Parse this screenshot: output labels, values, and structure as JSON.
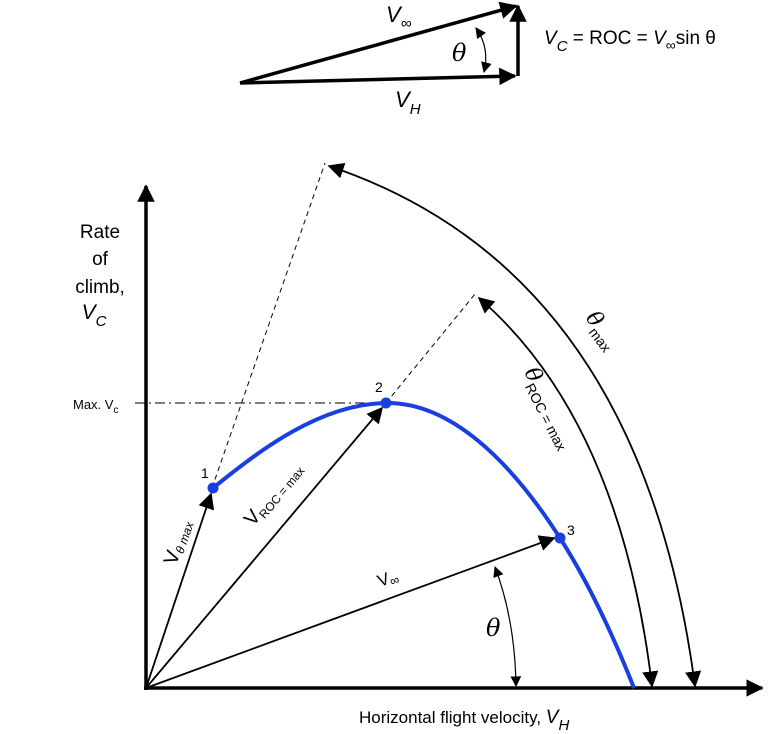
{
  "diagram": {
    "type": "climb-performance hodograph",
    "colors": {
      "curve": "#1a3fe0",
      "lines": "#000000",
      "background": "#ffffff"
    },
    "vector_triangle": {
      "hypotenuse_label": "V",
      "hypotenuse_sub": "∞",
      "base_label": "V",
      "base_sub": "H",
      "angle_label": "θ",
      "equation": {
        "lhs": "V",
        "lhs_sub": "C",
        "mid": " = ROC = ",
        "rhs": "V",
        "rhs_sub": "∞",
        "rhs_tail": "sin θ"
      }
    },
    "y_axis": {
      "line1": "Rate",
      "line2": "of",
      "line3": "climb,",
      "line4": "V",
      "line4_sub": "C"
    },
    "x_axis": {
      "label": "Horizontal flight velocity, ",
      "label_var": "V",
      "label_sub": "H"
    },
    "max_vc": {
      "label": "Max. V",
      "label_sub": "c"
    },
    "points": [
      {
        "id": "1",
        "label": "1"
      },
      {
        "id": "2",
        "label": "2"
      },
      {
        "id": "3",
        "label": "3"
      }
    ],
    "vectors": {
      "v_theta_max": {
        "label": "V",
        "sub": "θ max"
      },
      "v_roc_max": {
        "label": "V",
        "sub": "ROC = max"
      },
      "v_inf": {
        "label": "V",
        "sub": "∞"
      }
    },
    "angles": {
      "theta": "θ",
      "theta_roc_max": {
        "label": "θ",
        "sub": "ROC = max"
      },
      "theta_max": {
        "label": "θ",
        "sub": "max"
      }
    }
  }
}
